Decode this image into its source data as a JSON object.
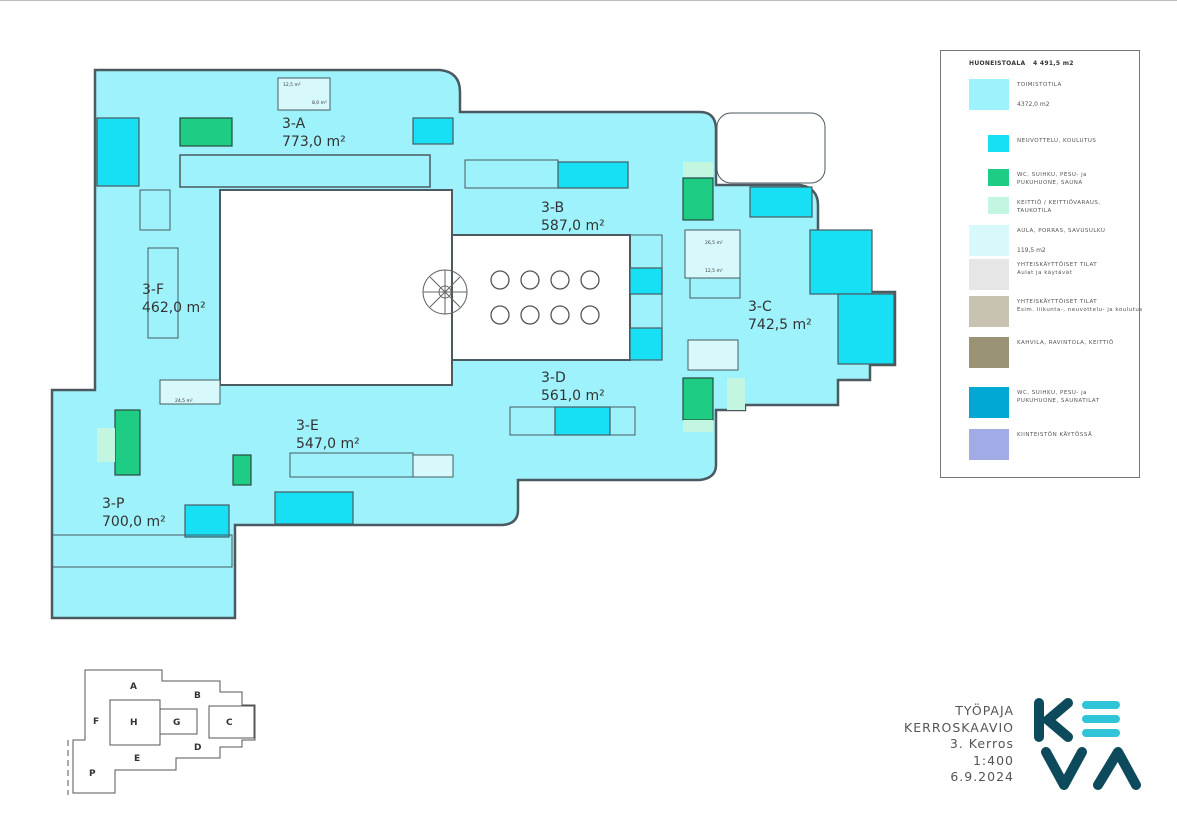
{
  "legend": {
    "heading": "HUONEISTOALA",
    "total": "4 491,5 m2",
    "items": [
      {
        "label": "TOIMISTOTILA",
        "sub": "4372,0 m2",
        "color": "#9ef2fb"
      },
      {
        "label": "NEUVOTTELU, KOULUTUS",
        "sub": "",
        "color": "#17e0f5"
      },
      {
        "label": "WC, SUIHKU, PESU- ja",
        "label2": "PUKUHUONE, SAUNA",
        "color": "#1fcc84"
      },
      {
        "label": "KEITTIÖ / KEITTIÖVARAUS,",
        "label2": "TAUKOTILA",
        "color": "#c2f6e0"
      },
      {
        "label": "AULA, PORRAS, SAVUSULKU",
        "sub": "119,5 m2",
        "color": "#d8f9fc"
      },
      {
        "label": "YHTEISKÄYTTÖISET TILAT",
        "label2": "Aulat ja käytävät",
        "color": "#e6e6e6"
      },
      {
        "label": "YHTEISKÄYTTÖISET TILAT",
        "label2": "Esim. liikunta-, neuvottelu- ja koulutus",
        "color": "#c8c2b2"
      },
      {
        "label": "KAHVILA, RAVINTOLA, KEITTIÖ",
        "label2": "",
        "color": "#9a9275"
      },
      {
        "label": "WC, SUIHKU, PESU- ja",
        "label2": "PUKUHUONE, SAUNATILAT",
        "color": "#02a8d4"
      },
      {
        "label": "KIINTEISTÖN KÄYTÖSSÄ",
        "label2": "",
        "color": "#a3abe6"
      }
    ]
  },
  "zones": [
    {
      "id": "3-A",
      "area": "773,0 m²"
    },
    {
      "id": "3-B",
      "area": "587,0 m²"
    },
    {
      "id": "3-C",
      "area": "742,5 m²"
    },
    {
      "id": "3-D",
      "area": "561,0 m²"
    },
    {
      "id": "3-E",
      "area": "547,0 m²"
    },
    {
      "id": "3-F",
      "area": "462,0 m²"
    },
    {
      "id": "3-P",
      "area": "700,0 m²"
    }
  ],
  "small_labels": [
    "12,5 m²",
    "8,0 m²",
    "26,5 m²",
    "12,5 m²",
    "24,5 m²"
  ],
  "keymap": {
    "letters": [
      "A",
      "B",
      "C",
      "D",
      "E",
      "F",
      "G",
      "H",
      "P"
    ]
  },
  "title_block": {
    "line1": "TYÖPAJA",
    "line2": "KERROSKAAVIO",
    "floor": "3. Kerros",
    "scale": "1:400",
    "date": "6.9.2024"
  },
  "logo": {
    "text": "KEVA",
    "dark": "#0d4a5c",
    "accent": "#2fc4d8"
  },
  "colors": {
    "office": "#9ef2fb",
    "meeting": "#17e0f5",
    "wc": "#1fcc84",
    "wall": "#4a5a60"
  }
}
